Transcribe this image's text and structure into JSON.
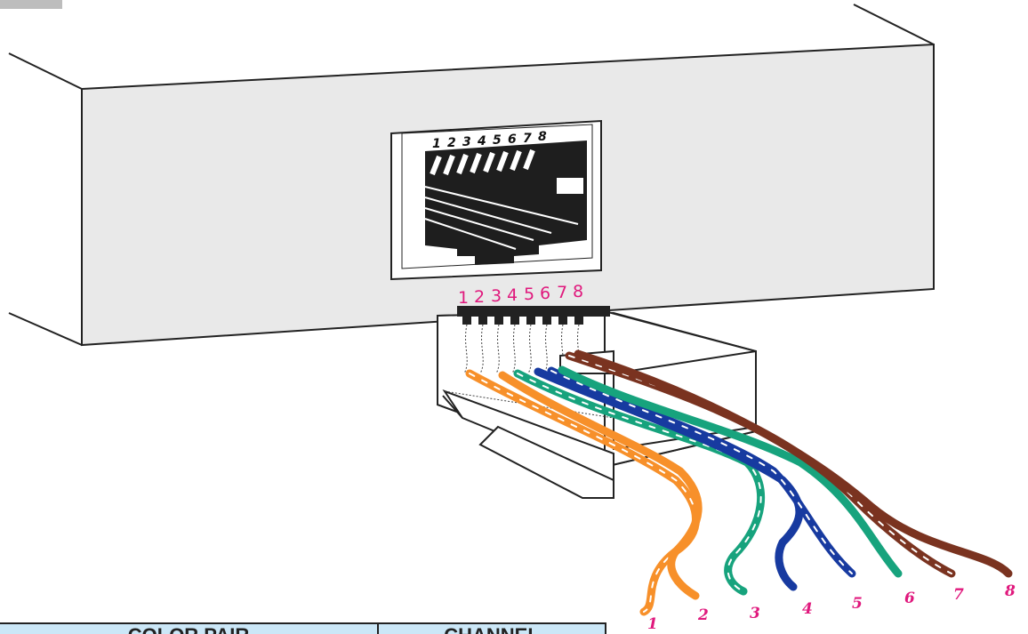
{
  "jack_pin_labels": [
    "1",
    "2",
    "3",
    "4",
    "5",
    "6",
    "7",
    "8"
  ],
  "plug_pin_labels": [
    "1",
    "2",
    "3",
    "4",
    "5",
    "6",
    "7",
    "8"
  ],
  "wire_labels": [
    "1",
    "2",
    "3",
    "4",
    "5",
    "6",
    "7",
    "8"
  ],
  "table": {
    "headers": [
      "COLOR PAIR",
      "CHANNEL"
    ]
  },
  "colors": {
    "orange": "#f7902a",
    "green": "#17a37d",
    "blue": "#173aa0",
    "brown": "#7a3320",
    "pin_label": "#e0197d",
    "panel": "#e9e9e9"
  }
}
